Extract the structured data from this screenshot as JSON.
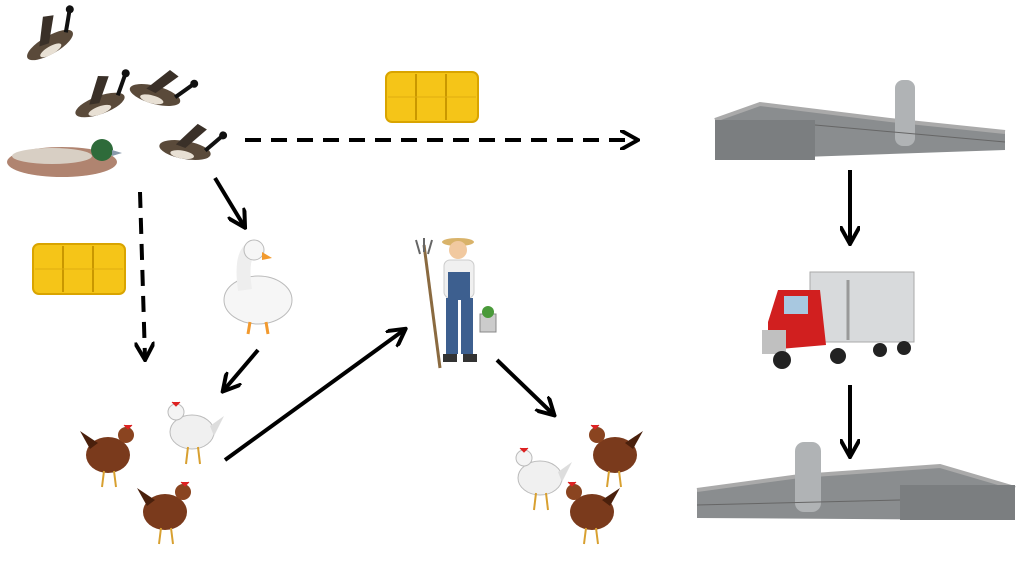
{
  "diagram": {
    "nodes": [
      {
        "id": "wild-birds",
        "icon": "wild-geese-and-duck"
      },
      {
        "id": "hay-top",
        "icon": "hay-bale"
      },
      {
        "id": "hay-left",
        "icon": "hay-bale"
      },
      {
        "id": "domestic-goose",
        "icon": "white-goose"
      },
      {
        "id": "backyard-chickens",
        "icon": "chickens"
      },
      {
        "id": "farmer",
        "icon": "farmer"
      },
      {
        "id": "other-chickens",
        "icon": "chickens"
      },
      {
        "id": "poultry-house-1",
        "icon": "poultry-barn"
      },
      {
        "id": "truck",
        "icon": "semi-truck"
      },
      {
        "id": "poultry-house-2",
        "icon": "poultry-barn"
      }
    ],
    "edges": [
      {
        "from": "wild-birds",
        "to": "poultry-house-1",
        "style": "dashed"
      },
      {
        "from": "wild-birds",
        "to": "backyard-chickens",
        "style": "dashed"
      },
      {
        "from": "wild-birds",
        "to": "domestic-goose",
        "style": "solid"
      },
      {
        "from": "domestic-goose",
        "to": "backyard-chickens",
        "style": "solid"
      },
      {
        "from": "backyard-chickens",
        "to": "farmer",
        "style": "solid"
      },
      {
        "from": "farmer",
        "to": "other-chickens",
        "style": "solid"
      },
      {
        "from": "poultry-house-1",
        "to": "truck",
        "style": "solid"
      },
      {
        "from": "truck",
        "to": "poultry-house-2",
        "style": "solid"
      }
    ]
  },
  "colors": {
    "hay": "#f5c518",
    "barn": "#8a8d8f",
    "truck": "#d11f1f",
    "hen": "#7a3a1c",
    "arrow": "#000000"
  }
}
